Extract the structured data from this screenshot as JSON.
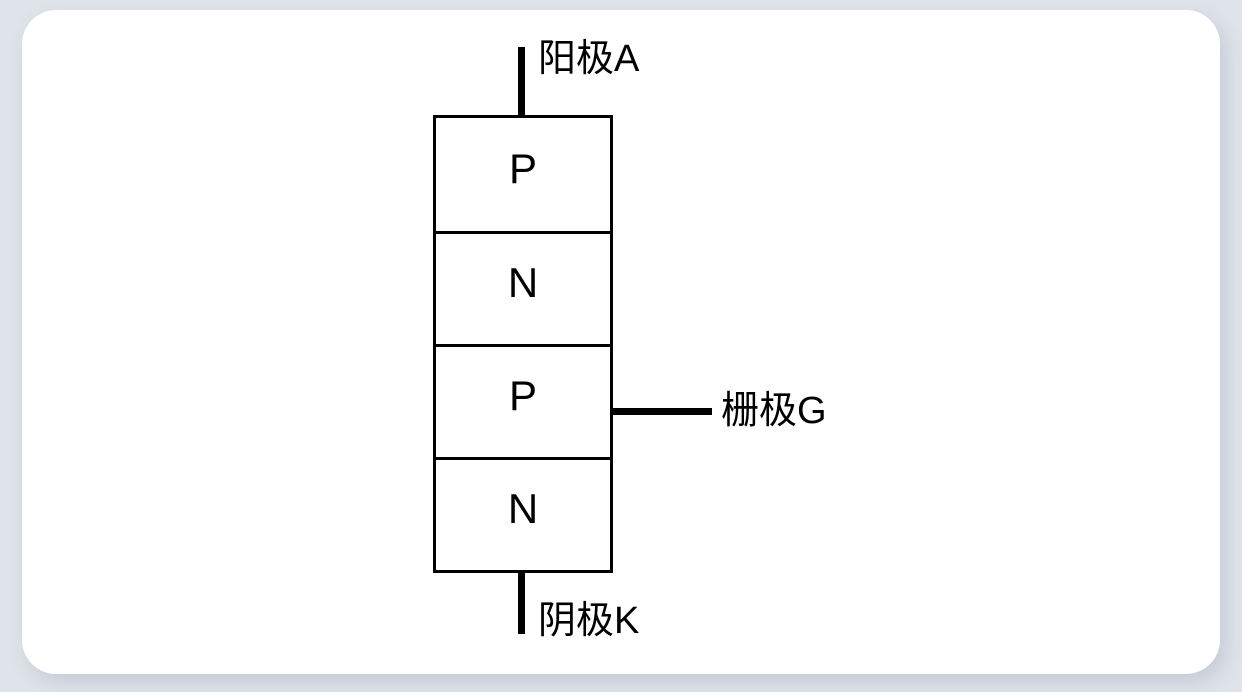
{
  "diagram": {
    "title": "thyristor-pnpn-structure",
    "stack": {
      "layers": [
        {
          "label": "P"
        },
        {
          "label": "N"
        },
        {
          "label": "P"
        },
        {
          "label": "N"
        }
      ]
    },
    "terminals": [
      {
        "name": "anode",
        "label": "阳极A"
      },
      {
        "name": "gate",
        "label": "栅极G"
      },
      {
        "name": "cathode",
        "label": "阴极K"
      }
    ],
    "colors": {
      "line": "#000000",
      "card_background": "#ffffff",
      "page_background": "#dfe3ea"
    }
  }
}
